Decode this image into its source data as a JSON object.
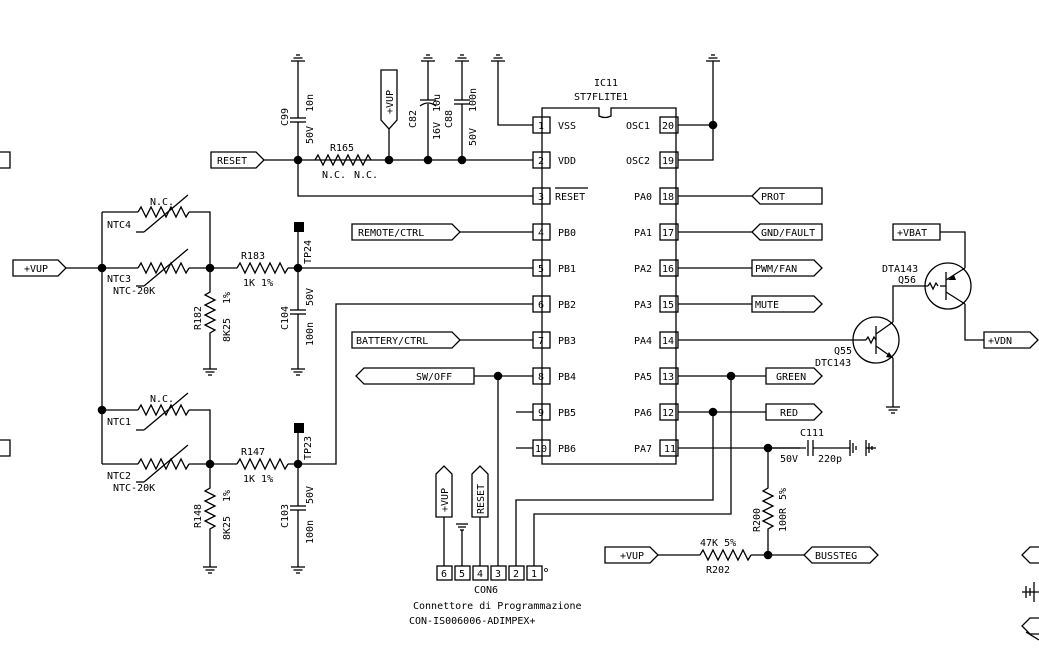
{
  "ic": {
    "ref": "IC11",
    "part": "ST7FLITE1",
    "left_pins": [
      {
        "num": "1",
        "name": "VSS"
      },
      {
        "num": "2",
        "name": "VDD"
      },
      {
        "num": "3",
        "name": "RESET"
      },
      {
        "num": "4",
        "name": "PB0"
      },
      {
        "num": "5",
        "name": "PB1"
      },
      {
        "num": "6",
        "name": "PB2"
      },
      {
        "num": "7",
        "name": "PB3"
      },
      {
        "num": "8",
        "name": "PB4"
      },
      {
        "num": "9",
        "name": "PB5"
      },
      {
        "num": "10",
        "name": "PB6"
      }
    ],
    "right_pins": [
      {
        "num": "20",
        "name": "OSC1"
      },
      {
        "num": "19",
        "name": "OSC2"
      },
      {
        "num": "18",
        "name": "PA0"
      },
      {
        "num": "17",
        "name": "PA1"
      },
      {
        "num": "16",
        "name": "PA2"
      },
      {
        "num": "15",
        "name": "PA3"
      },
      {
        "num": "14",
        "name": "PA4"
      },
      {
        "num": "13",
        "name": "PA5"
      },
      {
        "num": "12",
        "name": "PA6"
      },
      {
        "num": "11",
        "name": "PA7"
      }
    ]
  },
  "ports": {
    "reset": "RESET",
    "remote": "REMOTE/CTRL",
    "battery": "BATTERY/CTRL",
    "swoff": "SW/OFF",
    "prot": "PROT",
    "gnd_fault": "GND/FAULT",
    "pwm_fan": "PWM/FAN",
    "mute": "MUTE",
    "green": "GREEN",
    "red": "RED",
    "vup_left": "+VUP",
    "vup_top": "+VUP",
    "vup_bottom": "+VUP",
    "vbat": "+VBAT",
    "vdn": "+VDN",
    "bussteg": "BUSSTEG",
    "con_vup": "+VUP",
    "con_reset": "RESET"
  },
  "parts": {
    "c99": {
      "ref": "C99",
      "value": "10n",
      "rating": "50V"
    },
    "c82": {
      "ref": "C82",
      "value": "10u",
      "rating": "16V"
    },
    "c88": {
      "ref": "C88",
      "value": "100n",
      "rating": "50V"
    },
    "r165": {
      "ref": "R165",
      "value1": "N.C.",
      "value2": "N.C."
    },
    "ntc4": {
      "ref": "NTC4",
      "value": "N.C."
    },
    "ntc3": {
      "ref": "NTC3",
      "value": "NTC-20K"
    },
    "ntc1": {
      "ref": "NTC1",
      "value": "N.C."
    },
    "ntc2": {
      "ref": "NTC2",
      "value": "NTC-20K"
    },
    "r183": {
      "ref": "R183",
      "value": "1K 1%"
    },
    "r147": {
      "ref": "R147",
      "value": "1K 1%"
    },
    "r182": {
      "ref": "R182",
      "value": "8K25",
      "tol": "1%"
    },
    "r148": {
      "ref": "R148",
      "value": "8K25",
      "tol": "1%"
    },
    "tp24": {
      "ref": "TP24"
    },
    "tp23": {
      "ref": "TP23"
    },
    "c104": {
      "ref": "C104",
      "value": "100n",
      "rating": "50V"
    },
    "c103": {
      "ref": "C103",
      "value": "100n",
      "rating": "50V"
    },
    "c111": {
      "ref": "C111",
      "rating": "50V",
      "value": "220p"
    },
    "r200": {
      "ref": "R200",
      "value": "100R",
      "tol": "5%"
    },
    "r202": {
      "ref": "R202",
      "value": "47K 5%"
    },
    "q55": {
      "ref": "Q55",
      "part": "DTC143"
    },
    "q56": {
      "ref": "Q56",
      "part": "DTA143"
    }
  },
  "connector": {
    "ref": "CON6",
    "desc": "Connettore di Programmazione",
    "part": "CON-IS006006-ADIMPEX+",
    "pins": [
      "6",
      "5",
      "4",
      "3",
      "2",
      "1"
    ]
  }
}
